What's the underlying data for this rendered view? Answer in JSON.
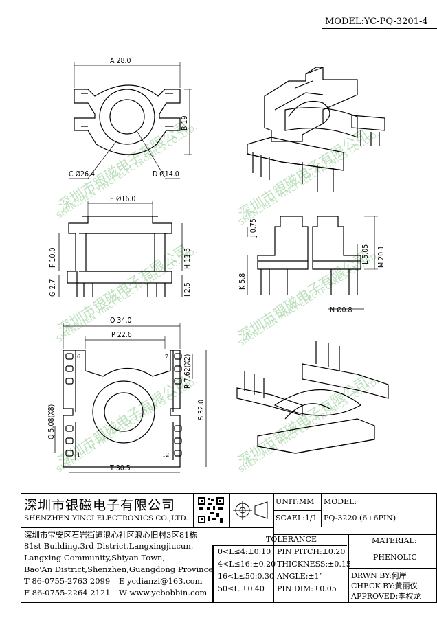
{
  "header": {
    "model": "MODEL:YC-PQ-3201-4"
  },
  "dims": {
    "a": "A 28.0",
    "b": "B 19",
    "c": "C Ø26.4",
    "d": "D Ø14.0",
    "e": "E Ø16.0",
    "f": "F 10.0",
    "g": "G 2.7",
    "h": "H 11.5",
    "i": "I 2.5",
    "j": "J 0.75",
    "k": "K 5.8",
    "l": "L 5.05",
    "m": "M 20.1",
    "n": "N Ø0.8",
    "o": "O 34.0",
    "p": "P 22.6",
    "q": "Q 5.08(X8)",
    "r": "R 7.62(X2)",
    "s": "S 32.0",
    "t": "T 30.5",
    "pin1": "1",
    "pin6": "6",
    "pin7": "7",
    "pin12": "12"
  },
  "watermark": {
    "cn": "深圳市银磁电子有限公司",
    "en": "SHENZHEN YINCI ELECTRONICS CO.,LTD."
  },
  "titleblock": {
    "company_cn": "深圳市银磁电子有限公司",
    "company_en": "SHENZHEN YINCI ELECTRONICS CO.,LTD.",
    "addr_cn": "深圳市宝安区石岩街道浪心社区浪心旧村3区81栋",
    "addr_en1": "81st Building,3rd District,Langxingjiucun,",
    "addr_en2": "Langxing Community,Shiyan Town,",
    "addr_en3": "Bao'An District,Shenzhen,Guangdong Province",
    "tel": "T 86-0755-2763 2099",
    "email": "E ycdianzi@163.com",
    "fax": "F 86-0755-2264 2121",
    "web": "W www.ycbobbin.com",
    "unit": "UNIT:MM",
    "scale": "SCAEL:1/1",
    "model_label": "MODEL:",
    "model_value": "PQ-3220 (6+6PIN)",
    "tolerance_label": "TOLERANCE",
    "tol": [
      "0<L≤4:±0.10",
      "4<L≤16:±0.20",
      "16<L≤50:0.30",
      "50≤L:±0.40"
    ],
    "tol2": [
      "PIN PITCH:±0.20",
      "THICKNESS:±0.15",
      "ANGLE:±1°",
      "PIN DIM:±0.05"
    ],
    "material_label": "MATERIAL:",
    "material_value": "PHENOLIC",
    "drawn": "DRWN BY:何岸",
    "check": "CHECK BY:黄丽仪",
    "approved": "APPROVED:李权龙"
  }
}
